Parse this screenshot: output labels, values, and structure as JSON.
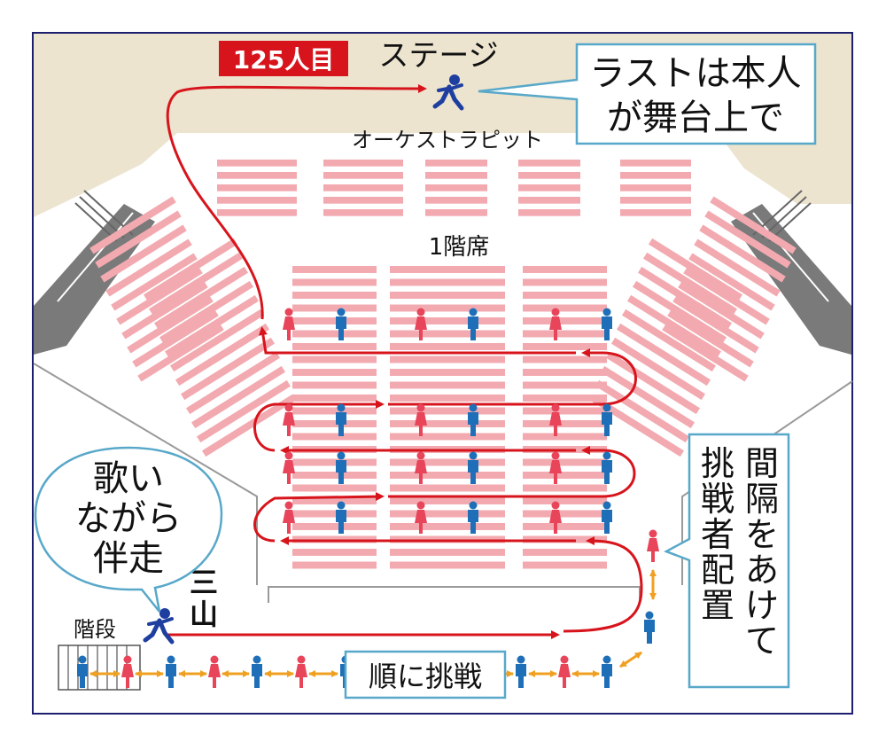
{
  "labels": {
    "count_badge": "125人目",
    "stage": "ステージ",
    "orchestra_pit": "オーケストラピット",
    "first_floor": "1階席",
    "stairs": "階段",
    "runner_name": "三山",
    "order_box": "順に挑戦"
  },
  "callouts": {
    "last_on_stage": [
      "ラストは本人",
      "が舞台上で"
    ],
    "sing_while_running": [
      "歌い",
      "ながら",
      "伴走"
    ],
    "spacing_vertical": [
      "間隔をあけて",
      "挑戦者配置"
    ]
  },
  "icons": {
    "runner": "runner-icon",
    "person_male": "person-male-icon",
    "person_female": "person-female-icon",
    "spacing_arrow": "double-arrow-icon"
  },
  "colors": {
    "route": "#d7141c",
    "male": "#1e6fb8",
    "female": "#e8445a",
    "seat": "#f2aab0",
    "stage": "#ece4cf",
    "frame": "#1c1f6e",
    "callout_border": "#58a8c9",
    "spacing_arrow": "#f0a020",
    "badge": "#d7141c"
  }
}
